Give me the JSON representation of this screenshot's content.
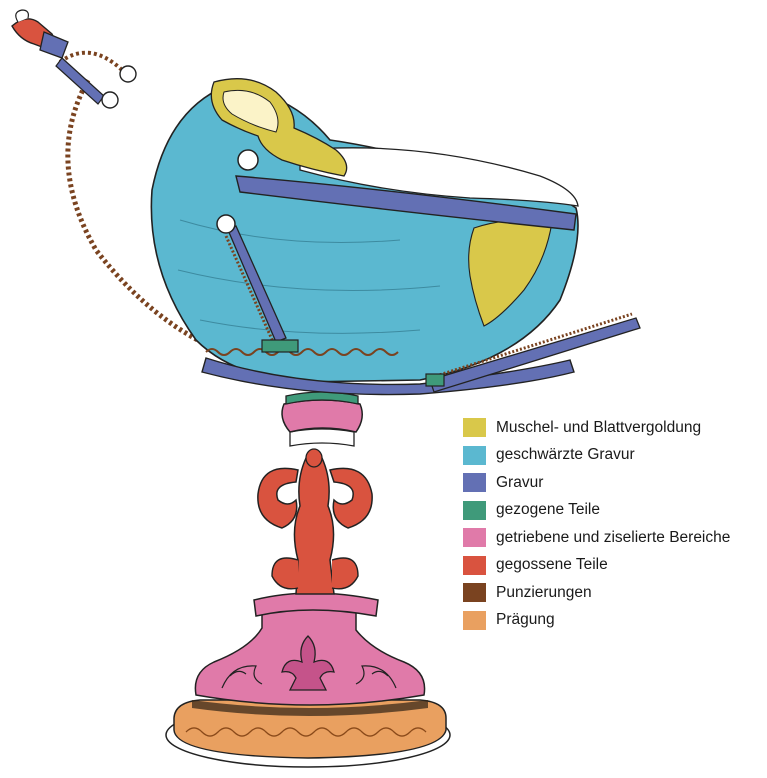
{
  "legend": {
    "items": [
      {
        "label": "Muschel- und Blattvergoldung",
        "color": "#d9c84a"
      },
      {
        "label": "geschwärzte Gravur",
        "color": "#5bb8d0"
      },
      {
        "label": "Gravur",
        "color": "#6370b4"
      },
      {
        "label": "gezogene Teile",
        "color": "#3f9a7a"
      },
      {
        "label": "getriebene und ziselierte Bereiche",
        "color": "#e07aa9"
      },
      {
        "label": "gegossene Teile",
        "color": "#d9533f"
      },
      {
        "label": "Punzierungen",
        "color": "#7a4320"
      },
      {
        "label": "Prägung",
        "color": "#e9a060"
      }
    ]
  },
  "figure": {
    "colors": {
      "gilding": "#d9c84a",
      "blackened_engraving": "#5bb8d0",
      "engraving": "#6370b4",
      "drawn_parts": "#3f9a7a",
      "chased_areas": "#e07aa9",
      "cast_parts": "#d9533f",
      "punching": "#7a4320",
      "embossing": "#e9a060"
    }
  }
}
